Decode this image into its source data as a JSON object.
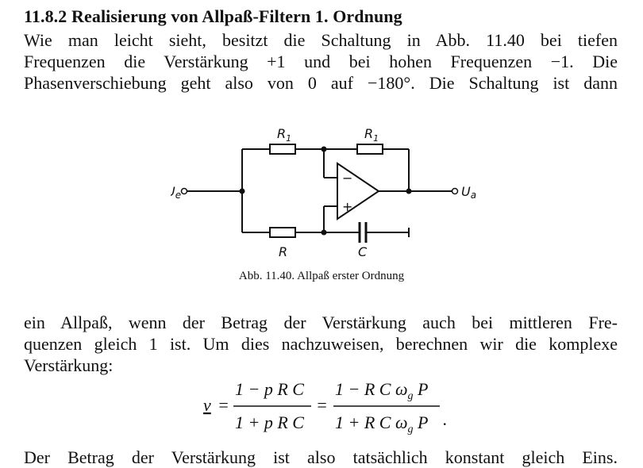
{
  "section": {
    "heading": "11.8.2 Realisierung von Allpaß-Filtern 1. Ordnung"
  },
  "paragraph1": {
    "lines": [
      "Wie man leicht sieht, besitzt die Schaltung in Abb. 11.40 bei tiefen",
      "Frequenzen die Verstärkung +1 und bei hohen Frequenzen −1. Die",
      "Phasenverschiebung geht also von 0 auf −180°. Die Schaltung ist dann"
    ]
  },
  "figure": {
    "labels": {
      "r1_top_left": "R",
      "r1_top_left_sub": "1",
      "r1_top_right": "R",
      "r1_top_right_sub": "1",
      "r_bottom": "R",
      "c_bottom": "C",
      "input": "U",
      "input_sub": "e",
      "output": "U",
      "output_sub": "a",
      "minus": "−",
      "plus": "+"
    },
    "caption": "Abb. 11.40. Allpaß erster Ordnung"
  },
  "paragraph2": {
    "lines": [
      "ein Allpaß, wenn der Betrag der Verstärkung auch bei mittleren Fre-",
      "quenzen gleich 1 ist. Um dies nachzuweisen, berechnen wir die komplexe",
      "Verstärkung:"
    ]
  },
  "formula": {
    "lhs": "v",
    "eq": "=",
    "num1": "1 − p R C",
    "den1": "1 + p R C",
    "num2": "1 − R C ω",
    "num2_sub": "g",
    "num2_tail": " P",
    "den2": "1 + R C ω",
    "den2_sub": "g",
    "den2_tail": " P",
    "end": "."
  },
  "paragraph3": {
    "lines": [
      "Der Betrag der Verstärkung ist also tatsächlich konstant gleich Eins."
    ]
  }
}
